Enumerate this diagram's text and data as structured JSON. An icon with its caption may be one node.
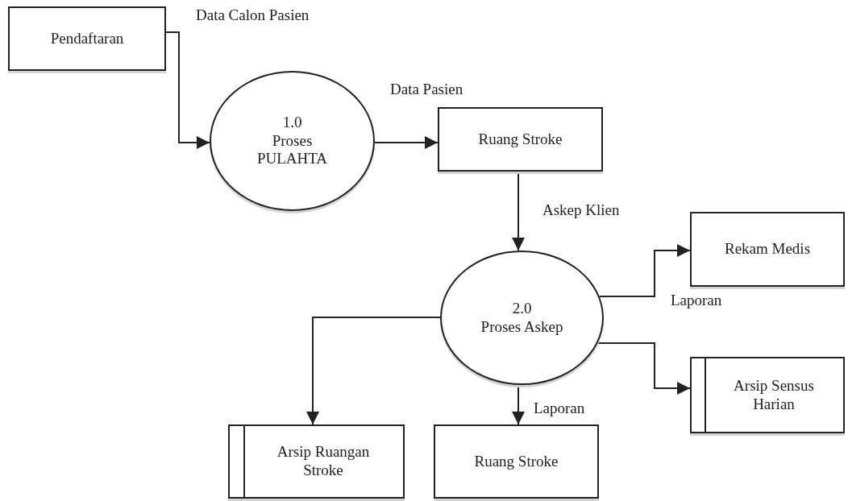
{
  "diagram": {
    "nodes": [
      {
        "text": [
          "Pendaftaran"
        ]
      },
      {
        "text": [
          "1.0",
          "Proses PULAHTA"
        ]
      },
      {
        "text": [
          "Ruang Stroke"
        ]
      },
      {
        "text": [
          "2.0",
          "Proses Askep"
        ]
      },
      {
        "text": [
          "Rekam Medis"
        ]
      },
      {
        "text": [
          "Arsip Sensus Harian"
        ]
      },
      {
        "text": [
          "Arsip Ruangan Stroke"
        ]
      },
      {
        "text": [
          "Ruang Stroke"
        ]
      }
    ],
    "edges": [
      {
        "from": 0,
        "to": 1,
        "arrow": "to",
        "label": "Data Calon Pasien"
      },
      {
        "from": 1,
        "to": 2,
        "arrow": "to",
        "label": "Data Pasien"
      },
      {
        "from": 2,
        "to": 3,
        "arrow": "to",
        "label": "Askep Klien"
      },
      {
        "from": 3,
        "to": 4,
        "arrow": "to",
        "label": "Laporan"
      },
      {
        "from": 3,
        "to": 5,
        "arrow": "to"
      },
      {
        "from": 3,
        "to": 6,
        "arrow": "to"
      },
      {
        "from": 3,
        "to": 7,
        "arrow": "to",
        "label": "Laporan"
      }
    ]
  }
}
